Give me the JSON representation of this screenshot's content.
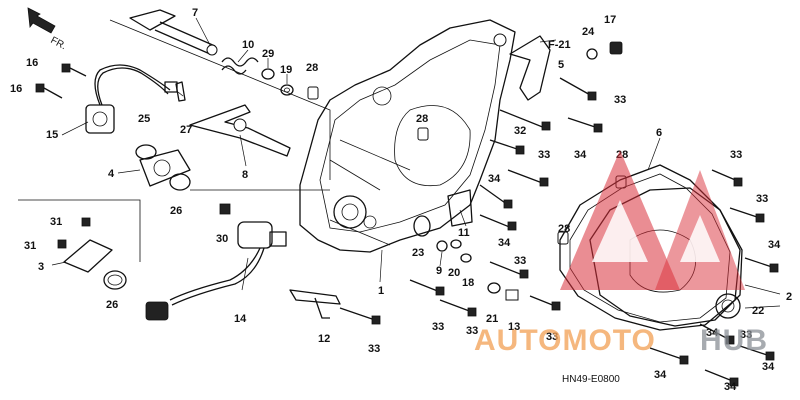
{
  "direction_label": "FR.",
  "section_ref": "F-21",
  "diagram_code": "HN49-E0800",
  "watermark": {
    "part1": "AUTOMOTO",
    "part2": "HUB",
    "accent": "#d9303a",
    "orange": "#f2a35a",
    "grey": "#8a8f96"
  },
  "callouts": [
    {
      "id": "c7",
      "text": "7"
    },
    {
      "id": "c10",
      "text": "10"
    },
    {
      "id": "c29",
      "text": "29"
    },
    {
      "id": "c19",
      "text": "19"
    },
    {
      "id": "c28a",
      "text": "28"
    },
    {
      "id": "c16a",
      "text": "16"
    },
    {
      "id": "c16b",
      "text": "16"
    },
    {
      "id": "c15",
      "text": "15"
    },
    {
      "id": "c25",
      "text": "25"
    },
    {
      "id": "c27",
      "text": "27"
    },
    {
      "id": "c4",
      "text": "4"
    },
    {
      "id": "c8",
      "text": "8"
    },
    {
      "id": "c26a",
      "text": "26"
    },
    {
      "id": "c31a",
      "text": "31"
    },
    {
      "id": "c31b",
      "text": "31"
    },
    {
      "id": "c3",
      "text": "3"
    },
    {
      "id": "c26b",
      "text": "26"
    },
    {
      "id": "c30",
      "text": "30"
    },
    {
      "id": "c14",
      "text": "14"
    },
    {
      "id": "c12",
      "text": "12"
    },
    {
      "id": "c33a",
      "text": "33"
    },
    {
      "id": "c1",
      "text": "1"
    },
    {
      "id": "c28b",
      "text": "28"
    },
    {
      "id": "c23",
      "text": "23"
    },
    {
      "id": "c9",
      "text": "9"
    },
    {
      "id": "c20",
      "text": "20"
    },
    {
      "id": "c11",
      "text": "11"
    },
    {
      "id": "c18",
      "text": "18"
    },
    {
      "id": "c21",
      "text": "21"
    },
    {
      "id": "c13",
      "text": "13"
    },
    {
      "id": "c33b",
      "text": "33"
    },
    {
      "id": "c33c",
      "text": "33"
    },
    {
      "id": "c33d",
      "text": "33"
    },
    {
      "id": "c34a",
      "text": "34"
    },
    {
      "id": "c34b",
      "text": "34"
    },
    {
      "id": "c32",
      "text": "32"
    },
    {
      "id": "c33e",
      "text": "33"
    },
    {
      "id": "c5",
      "text": "5"
    },
    {
      "id": "c24",
      "text": "24"
    },
    {
      "id": "c17",
      "text": "17"
    },
    {
      "id": "c33f",
      "text": "33"
    },
    {
      "id": "c34c",
      "text": "34"
    },
    {
      "id": "c6",
      "text": "6"
    },
    {
      "id": "c28c",
      "text": "28"
    },
    {
      "id": "c33g",
      "text": "33"
    },
    {
      "id": "c33h",
      "text": "33"
    },
    {
      "id": "c34d",
      "text": "34"
    },
    {
      "id": "c28d",
      "text": "28"
    },
    {
      "id": "c22",
      "text": "22"
    },
    {
      "id": "c2",
      "text": "2"
    },
    {
      "id": "c34e",
      "text": "34"
    },
    {
      "id": "c33i",
      "text": "33"
    },
    {
      "id": "c34f",
      "text": "34"
    },
    {
      "id": "c34g",
      "text": "34"
    },
    {
      "id": "c34h",
      "text": "34"
    },
    {
      "id": "c33j",
      "text": "33"
    }
  ]
}
